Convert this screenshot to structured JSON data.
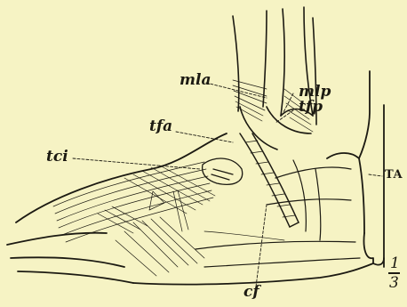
{
  "labels": {
    "mla": "mla",
    "mlp": "mlp",
    "tfa": "tfa",
    "tfp": "tfp",
    "tci": "tci",
    "TA": "TA",
    "cf": "cf"
  },
  "scale": {
    "numerator": "1",
    "denominator": "3"
  }
}
